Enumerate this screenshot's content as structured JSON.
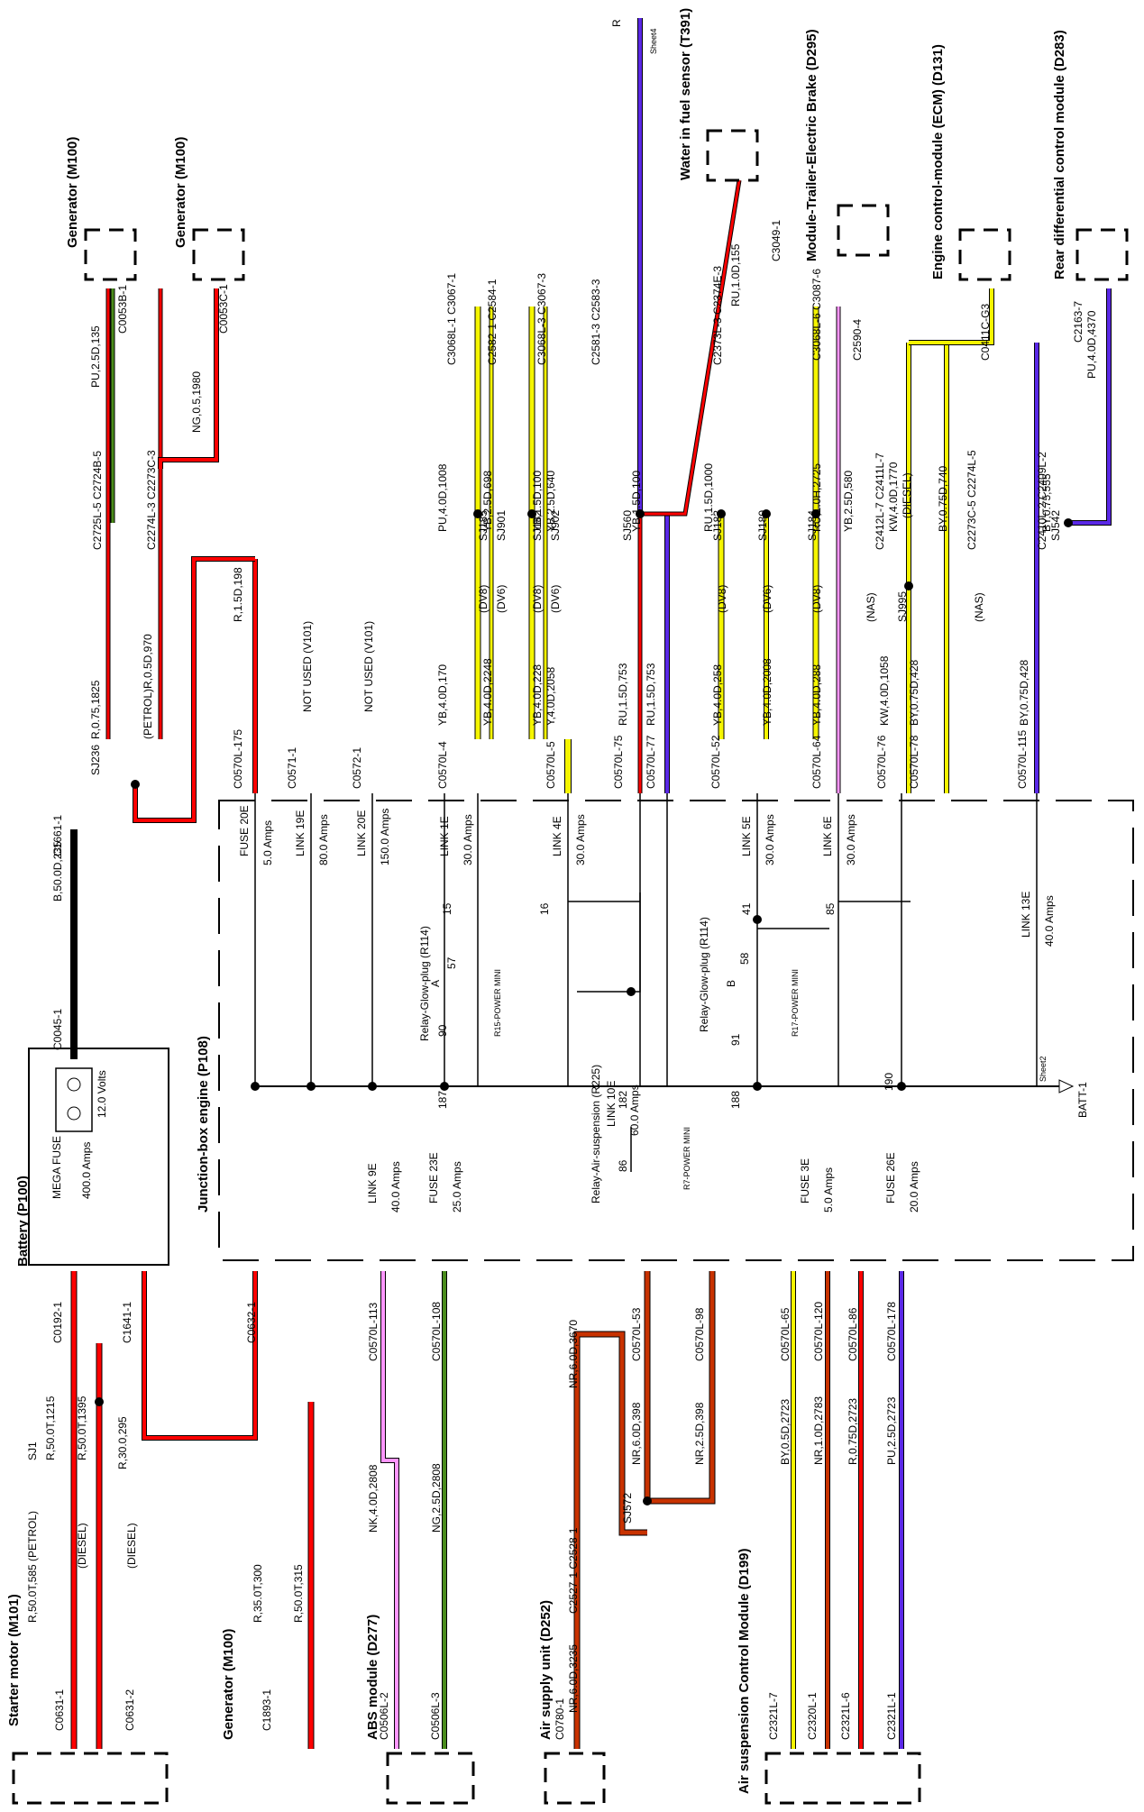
{
  "sheet_ref": {
    "wire": "R",
    "sheet": "Sheet4"
  },
  "batt": {
    "sheet": "Sheet2",
    "label": "BATT-1"
  },
  "components": {
    "starter": "Starter motor (M101)",
    "battery": "Battery (P100)",
    "junction": "Junction-box engine (P108)",
    "generator_left": "Generator (M100)",
    "generator_top1": "Generator (M100)",
    "generator_top2": "Generator (M100)",
    "abs": "ABS module (D277)",
    "air_supply": "Air supply unit (D252)",
    "air_susp": "Air suspension Control Module (D199)",
    "water": "Water in fuel sensor (T391)",
    "trailer": "Module-Trailer-Electric Brake (D295)",
    "ecm": "Engine control-module (ECM) (D131)",
    "rear_diff": "Rear differential control module (D283)",
    "relay_glow_a": "Relay-Glow-plug (R114)",
    "relay_glow_b": "Relay-Glow-plug (R114)",
    "relay_air": "Relay-Air-suspension (R225)",
    "r15": "R15-POWER MINI",
    "r17": "R17-POWER MINI",
    "r7": "R7-POWER MINI"
  },
  "battery_internal": {
    "volts": "12.0 Volts",
    "fuse": "MEGA FUSE",
    "fuse_amps": "400.0 Amps"
  },
  "fuses": [
    {
      "name": "FUSE 20E",
      "amps": "5.0 Amps"
    },
    {
      "name": "LINK 19E",
      "amps": "80.0 Amps"
    },
    {
      "name": "LINK 20E",
      "amps": "150.0 Amps"
    },
    {
      "name": "LINK 1E",
      "amps": "30.0 Amps"
    },
    {
      "name": "LINK 4E",
      "amps": "30.0 Amps"
    },
    {
      "name": "LINK 5E",
      "amps": "30.0 Amps"
    },
    {
      "name": "LINK 6E",
      "amps": "30.0 Amps"
    },
    {
      "name": "LINK 13E",
      "amps": "40.0 Amps"
    },
    {
      "name": "LINK 9E",
      "amps": "40.0 Amps"
    },
    {
      "name": "FUSE 23E",
      "amps": "25.0 Amps"
    },
    {
      "name": "LINK 10E",
      "amps": "60.0 Amps"
    },
    {
      "name": "FUSE 3E",
      "amps": "5.0 Amps"
    },
    {
      "name": "FUSE 26E",
      "amps": "20.0 Amps"
    }
  ],
  "pins": [
    "15",
    "16",
    "41",
    "85",
    "57",
    "58",
    "90",
    "91",
    "187",
    "188",
    "182",
    "190",
    "86",
    "A",
    "B"
  ],
  "top_connectors": [
    "C0570L-175",
    "C0571-1",
    "C0572-1",
    "C0570L-4",
    "C0570L-5",
    "C0570L-75",
    "C0570L-77",
    "C0570L-52",
    "C0570L-64",
    "C0570L-76",
    "C0570L-78",
    "C0570L-115"
  ],
  "not_used": [
    "NOT USED (V101)",
    "NOT USED (V101)"
  ],
  "top_wires": [
    "R,1.5D,198",
    "YB,4.0D,170",
    "YB,4.0D,2248",
    "YB,4.0D,228",
    "Y,4.0D,2058",
    "RU,1.5D,753",
    "RU,1.5D,753",
    "YB,4.0D,258",
    "YB,4.0D,2008",
    "YB,4.0D,288",
    "KW,4.0D,1058",
    "BY,0.75D,428",
    "BY,0.75D,428",
    "PU,4.0D,1008",
    "YB,2.5D,698",
    "YB,1.5D,100",
    "YB,2.5D,640",
    "YB,1.5D,100",
    "RU,1.5D,1000",
    "RU,1.0D,155",
    "RU,1.0H,2725",
    "YB,2.5D,580",
    "KW,4.0D,1770",
    "BY,0.75D,740",
    "BY,0.75,555",
    "PU,4.0D,4370",
    "PU,2.5D,135",
    "NG,0.5,1980",
    "R,0.75,1825",
    "(PETROL)R,0.5D,970",
    "(DIESEL)R,0.5D,970"
  ],
  "variants": [
    "(DV8)",
    "(DV6)",
    "(DV8)",
    "(DV6)",
    "(DV8)",
    "(DV6)",
    "(DV8)",
    "(NAS)",
    "(DIESEL)",
    "(NAS)"
  ],
  "splices": [
    "SJ185",
    "SJ901",
    "SJ182",
    "SJ902",
    "SJ560",
    "SJ183",
    "SJ180",
    "SJ184",
    "SJ995",
    "SJ542",
    "SJ236",
    "SJ1",
    "SJ572"
  ],
  "upper_connectors": [
    "C3068L-1 C3067-1",
    "C2582-1 C2584-1",
    "C3068L-3 C3067-3",
    "C2581-3 C2583-3",
    "C2373L-3 C2374E-3",
    "C3049-1",
    "C3068L-6 C3087-6",
    "C2590-4",
    "C2412L-7 C2411L-7",
    "C2273C-5 C2274L-5",
    "C0411C-G3",
    "C2410L-2 C2409L-2",
    "C2163-7",
    "C2725L-5 C2724B-5",
    "C2274L-3 C2273C-3",
    "C0053B-1",
    "C0053C-1"
  ],
  "battery_conn": [
    "C0045-1",
    "B,50.0D,235",
    "C1661-1",
    "C0192-1",
    "C1641-1",
    "C0632-1",
    "R,30.0,295"
  ],
  "bottom_connectors": [
    "C0570L-113",
    "C0570L-108",
    "C0570L-53",
    "C0570L-98",
    "C0570L-65",
    "C0570L-120",
    "C0570L-86",
    "C0570L-178"
  ],
  "bottom_wires": [
    "NK,4.0D,2808",
    "NG,2.5D,2808",
    "NR,6.0D,398",
    "NR,2.5D,398",
    "BY,0.5D,2723",
    "NR,1.0D,2783",
    "R,0.75D,2723",
    "PU,2.5D,2723",
    "NR,6.0D,3670",
    "NR,6.0D,3235",
    "R,50.0T,1215",
    "R,50.0T,1395",
    "R,50.0T,585 (PETROL)",
    "(DIESEL)",
    "(DIESEL)",
    "R,35.0T,300",
    "R,50.0T,315"
  ],
  "bottom_pins": [
    "C0506L-2",
    "C0506L-3",
    "C0780-1",
    "C2527-1 C2528-1",
    "C2321L-7",
    "C2320L-1",
    "C2321L-6",
    "C2321L-1",
    "C0631-1",
    "C0631-2",
    "C1893-1"
  ],
  "colors": {
    "red": "#ff0000",
    "darkred": "#c83200",
    "yellow": "#f5f500",
    "green": "#4a8c1c",
    "purple": "#5a28e6",
    "pink": "#ff96ff",
    "navy": "#1a1a8c"
  }
}
